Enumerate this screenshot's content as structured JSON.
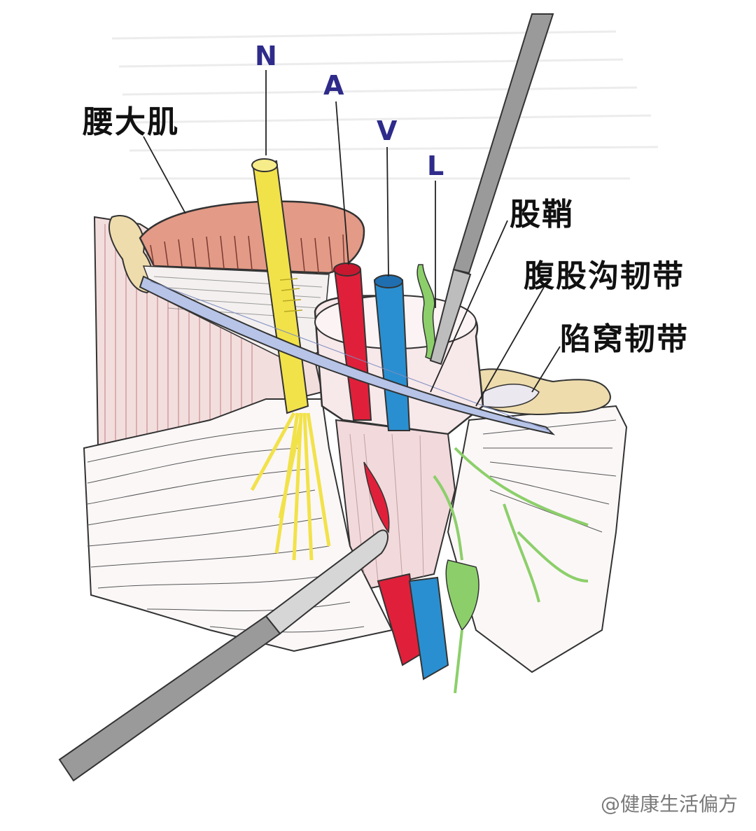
{
  "labels": {
    "psoas": "腰大肌",
    "sheath": "股鞘",
    "inguinal": "腹股沟韧带",
    "lacunar": "陷窝韧带",
    "n": "N",
    "a": "A",
    "v": "V",
    "l": "L"
  },
  "watermark": "@健康生活偏方",
  "colors": {
    "nerve": "#f2e24a",
    "artery": "#e0203a",
    "vein": "#2a8fd0",
    "lymph": "#8ccf6a",
    "muscle": "#e39a86",
    "ligament": "#b7c4e8",
    "bone": "#eedcad",
    "instrument": "#9a9a9a",
    "label": "#111111",
    "abbr": "#2e2b8a"
  }
}
